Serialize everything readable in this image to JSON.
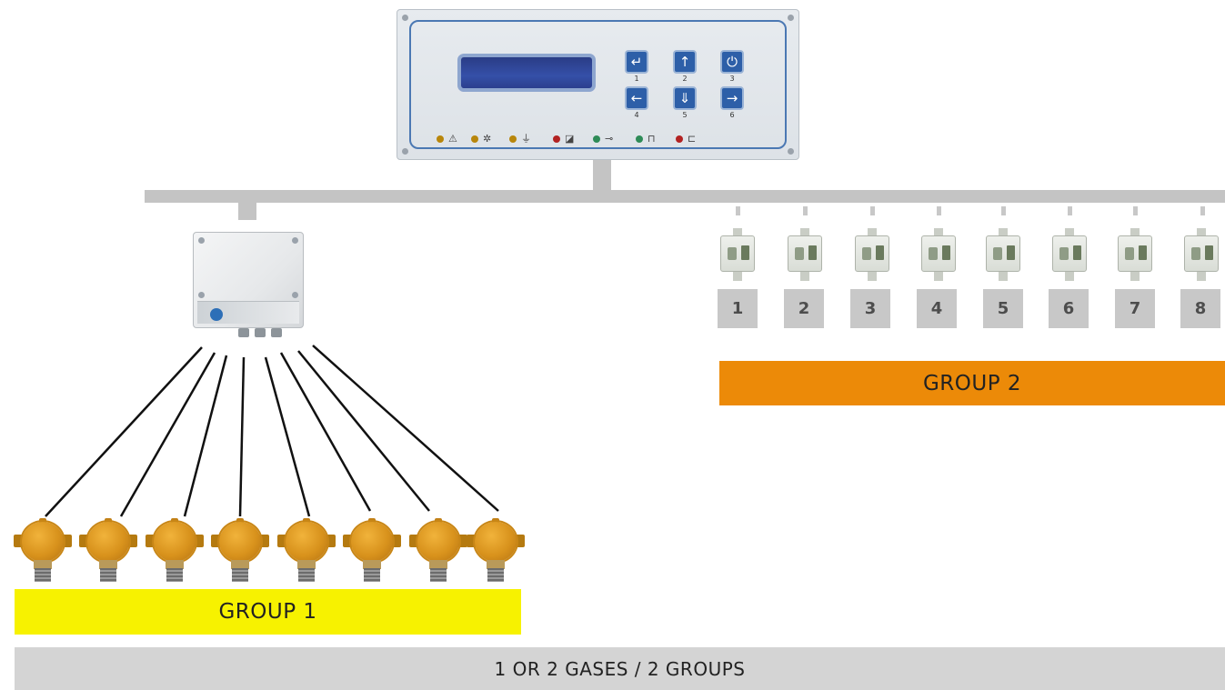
{
  "controller": {
    "keys": [
      {
        "number": "1",
        "icon": "enter-icon"
      },
      {
        "number": "2",
        "icon": "scroll-up-icon"
      },
      {
        "number": "3",
        "icon": "power-icon"
      },
      {
        "number": "4",
        "icon": "mute-icon"
      },
      {
        "number": "5",
        "icon": "down-icon"
      },
      {
        "number": "6",
        "icon": "export-icon"
      }
    ],
    "leds": [
      {
        "color": "#b8860b",
        "icon": "warning-icon"
      },
      {
        "color": "#b8860b",
        "icon": "fan-icon"
      },
      {
        "color": "#b8860b",
        "icon": "ground-icon"
      },
      {
        "color": "#b22222",
        "icon": "ramp-icon"
      },
      {
        "color": "#2e8b57",
        "icon": "key-icon"
      },
      {
        "color": "#2e8b57",
        "icon": "unlock-icon"
      },
      {
        "color": "#b22222",
        "icon": "folder-icon"
      }
    ]
  },
  "group1": {
    "label": "GROUP 1",
    "color": "#f7f200",
    "sensor_count": 8
  },
  "group2": {
    "label": "GROUP 2",
    "color": "#ec8a08",
    "sensor_numbers": [
      "1",
      "2",
      "3",
      "4",
      "5",
      "6",
      "7",
      "8"
    ]
  },
  "footer": {
    "label": "1 OR 2 GASES / 2 GROUPS"
  }
}
